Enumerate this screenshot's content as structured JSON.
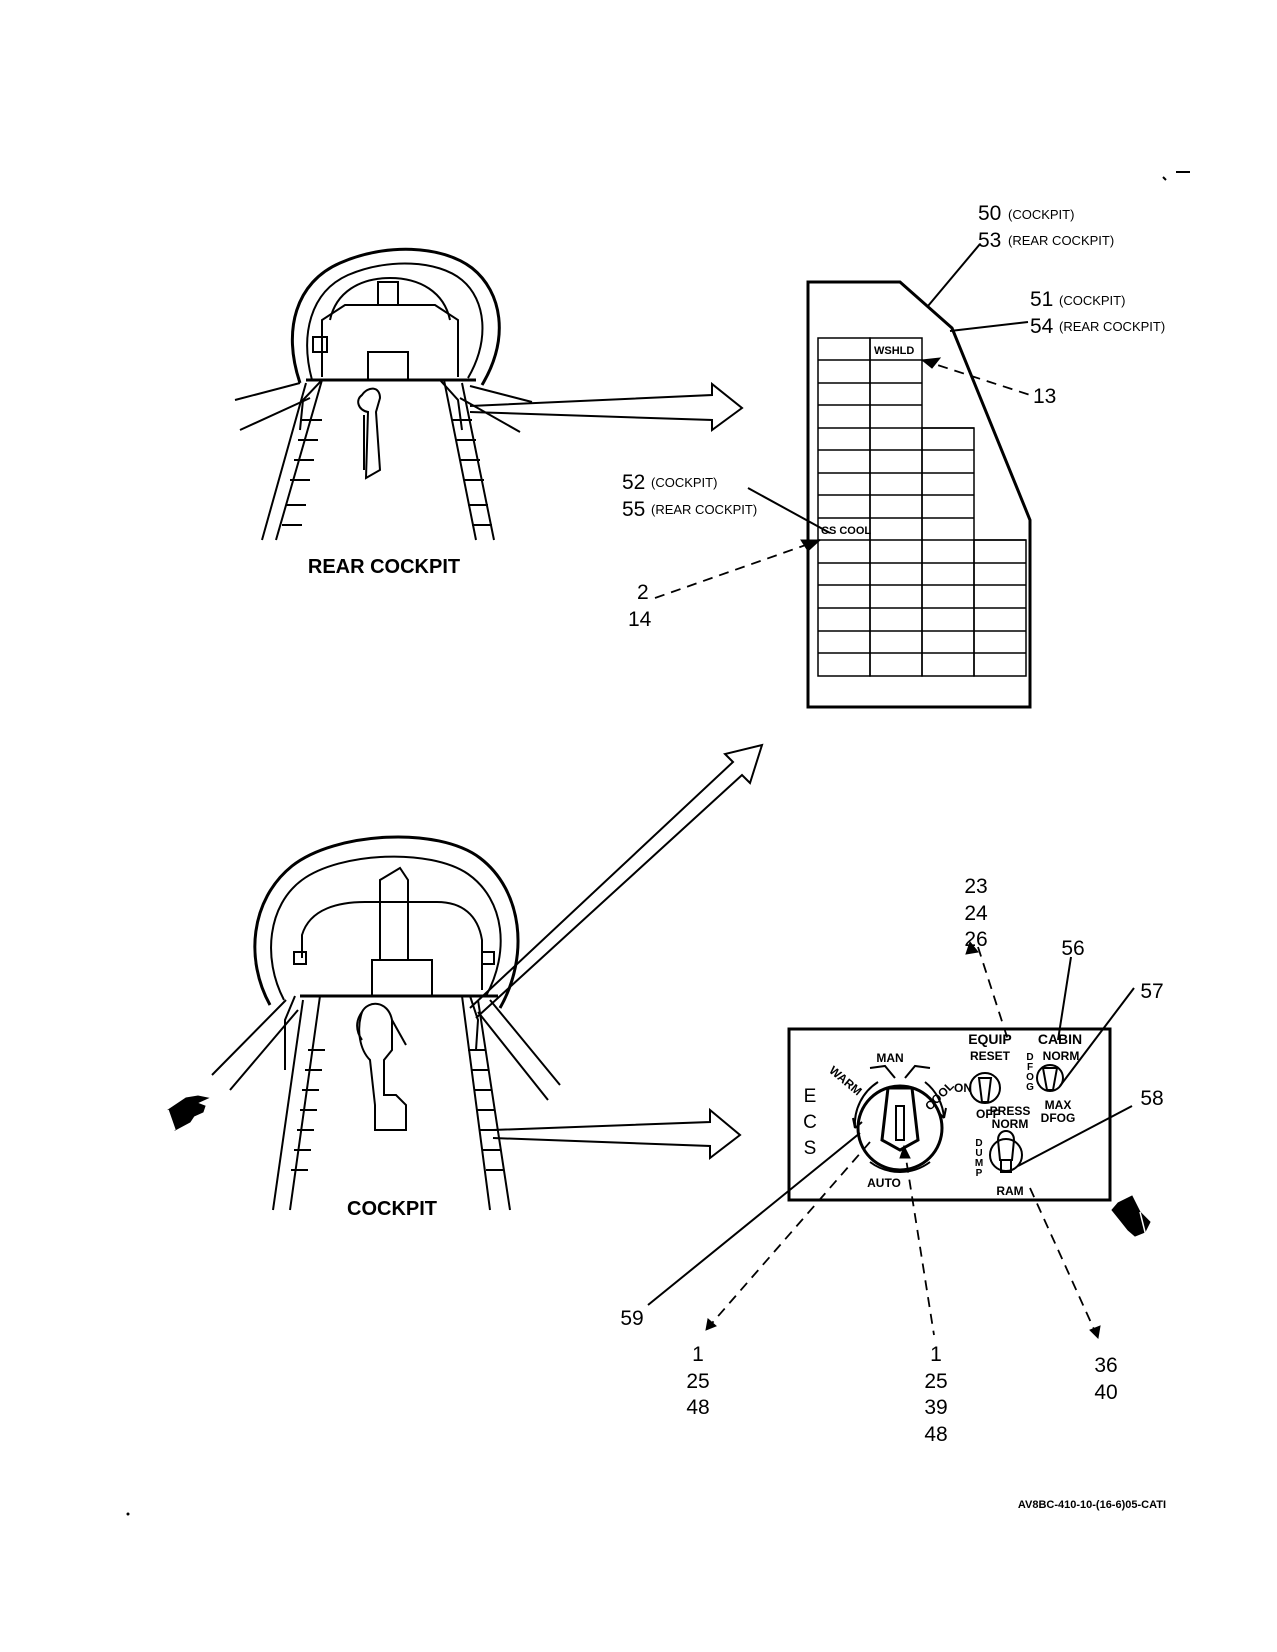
{
  "labels": {
    "rear_cockpit": "REAR COCKPIT",
    "cockpit": "COCKPIT",
    "doc_code": "AV8BC-410-10-(16-6)05-CATI"
  },
  "breaker_panel": {
    "cell_wshld": "WSHLD",
    "cell_cs_cool": "CS COOL",
    "callouts": {
      "c50": "50",
      "c50_note": "(COCKPIT)",
      "c53": "53",
      "c53_note": "(REAR COCKPIT)",
      "c51": "51",
      "c51_note": "(COCKPIT)",
      "c54": "54",
      "c54_note": "(REAR COCKPIT)",
      "c13": "13",
      "c52": "52",
      "c52_note": "(COCKPIT)",
      "c55": "55",
      "c55_note": "(REAR COCKPIT)",
      "c2": "2",
      "c14": "14"
    }
  },
  "ecs_panel": {
    "ecs_e": "E",
    "ecs_c": "C",
    "ecs_s": "S",
    "man": "MAN",
    "warm": "WARM",
    "cool": "COOL",
    "auto": "AUTO",
    "equip": "EQUIP",
    "reset": "RESET",
    "on": "ON",
    "off": "OFF",
    "cabin": "CABIN",
    "norm": "NORM",
    "dfog_d": "D",
    "dfog_f": "F",
    "dfog_o": "O",
    "dfog_g": "G",
    "max": "MAX",
    "dfog": "DFOG",
    "press": "PRESS",
    "press_norm": "NORM",
    "dump_d": "D",
    "dump_u": "U",
    "dump_m": "M",
    "dump_p": "P",
    "ram": "RAM",
    "callouts": {
      "c23": "23",
      "c24": "24",
      "c26": "26",
      "c56": "56",
      "c57": "57",
      "c58": "58",
      "c59": "59",
      "l_1": "1",
      "l_25": "25",
      "l_48": "48",
      "m_1": "1",
      "m_25": "25",
      "m_39": "39",
      "m_48": "48",
      "c36": "36",
      "c40": "40"
    }
  }
}
